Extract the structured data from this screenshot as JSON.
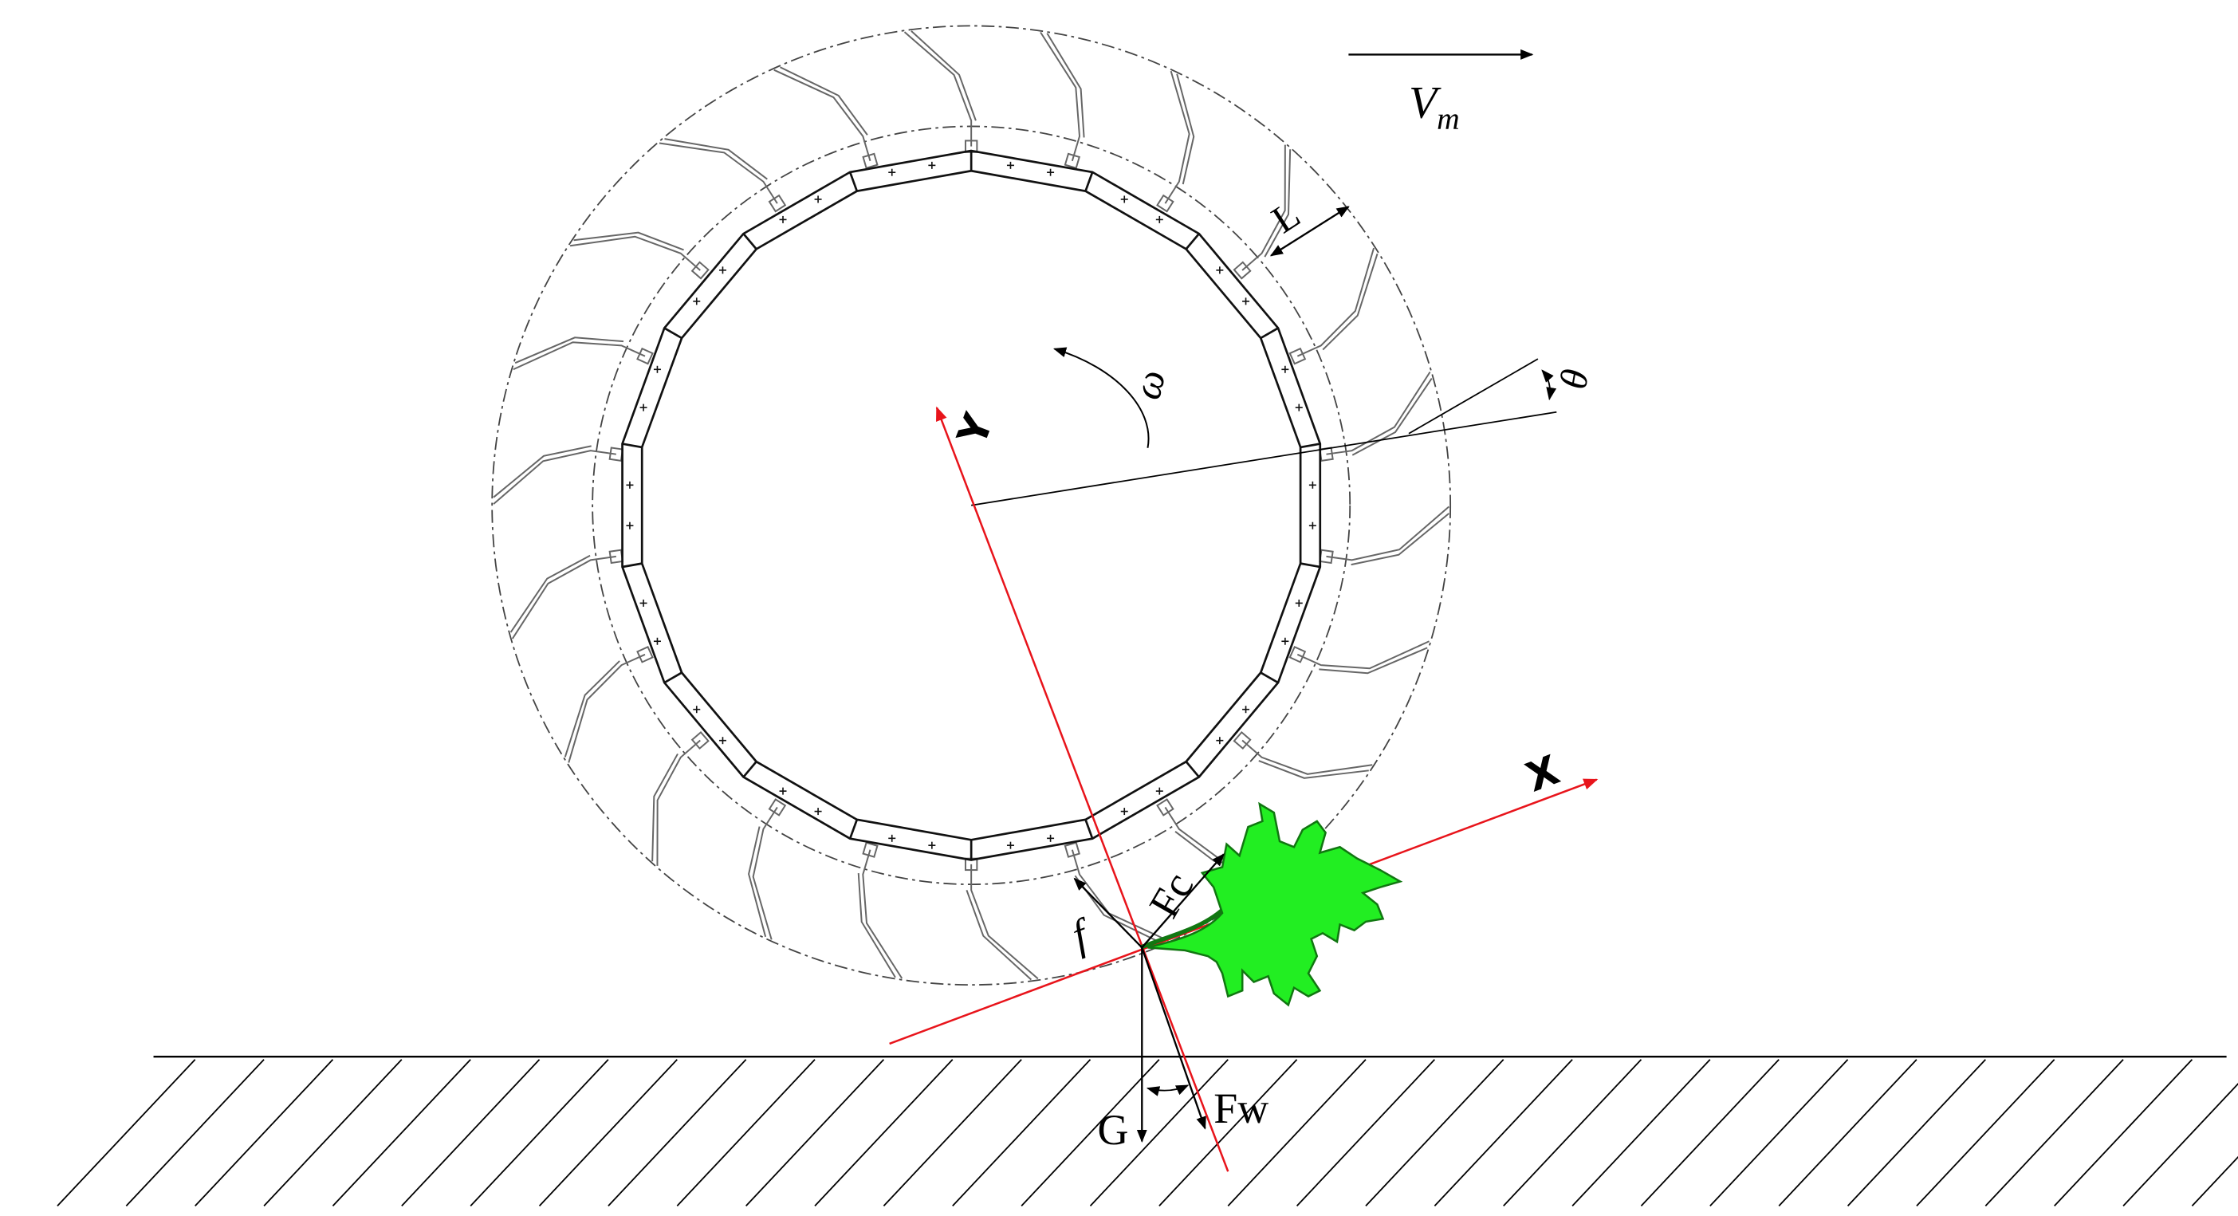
{
  "labels": {
    "velocity": "V",
    "velocity_sub": "m",
    "tooth_length": "L",
    "angular_velocity": "ω",
    "angle": "θ",
    "axis_x": "X",
    "axis_y": "Y",
    "force_cutting": "Fc",
    "force_friction": "f",
    "force_gravity": "G",
    "force_resultant": "Fw"
  },
  "structure": {
    "teeth_count": 22,
    "ring_segments": 18
  },
  "colors": {
    "axis": "#e8141b",
    "weed_fill": "#22ee22",
    "weed_stroke": "#117711",
    "line": "#000000",
    "dashdot": "#444444"
  }
}
